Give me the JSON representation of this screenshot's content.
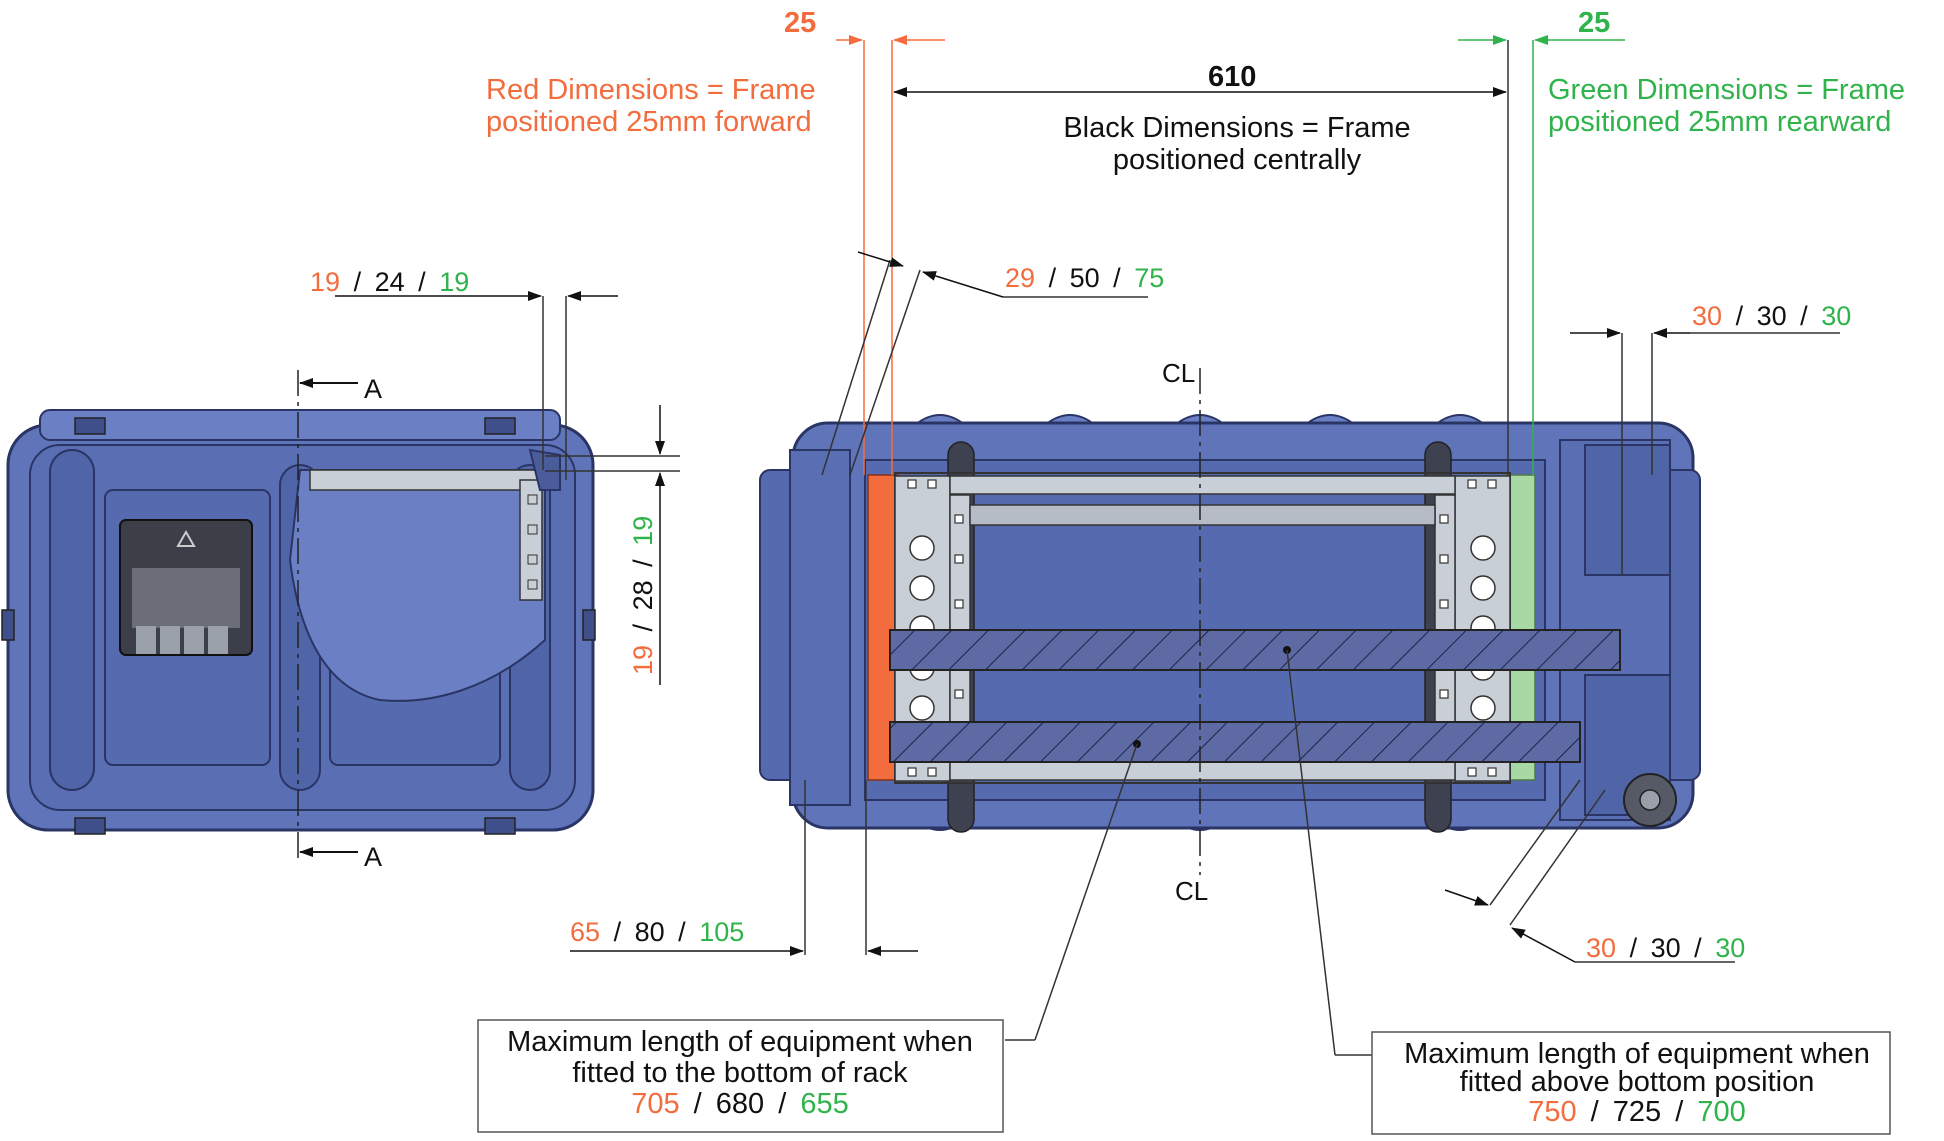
{
  "colors": {
    "red": "#f36c3d",
    "green": "#2fb34a",
    "black": "#111111",
    "case_fill": "#5f74b9",
    "case_dark": "#4a5c9a",
    "case_stroke": "#2a3566",
    "frame_fill": "#c9cfd6",
    "hatch_fill": "#5d6aa3"
  },
  "top_offsets": {
    "red": "25",
    "green": "25"
  },
  "width_610": "610",
  "legend": {
    "red_line1": "Red Dimensions = Frame",
    "red_line2": "positioned 25mm forward",
    "black_line1": "Black Dimensions = Frame",
    "black_line2": "positioned centrally",
    "green_line1": "Green Dimensions = Frame",
    "green_line2": "positioned 25mm rearward"
  },
  "dims": {
    "d19": {
      "red": "19",
      "black": "24",
      "green": "19"
    },
    "d29": {
      "red": "29",
      "black": "50",
      "green": "75"
    },
    "d30top": {
      "red": "30",
      "black": "30",
      "green": "30"
    },
    "d30bot": {
      "red": "30",
      "black": "30",
      "green": "30"
    },
    "d65": {
      "red": "65",
      "black": "80",
      "green": "105"
    },
    "vertical": {
      "red": "19",
      "black": "28",
      "green": "19"
    },
    "sep": "/"
  },
  "section": {
    "label_top": "A",
    "label_bottom": "A"
  },
  "centerline": {
    "label_top": "CL",
    "label_bottom": "CL"
  },
  "box_bottom": {
    "line1": "Maximum length of equipment when",
    "line2": "fitted to the bottom of rack",
    "red": "705",
    "black": "680",
    "green": "655"
  },
  "box_above": {
    "line1": "Maximum length of equipment when",
    "line2": "fitted above bottom position",
    "red": "750",
    "black": "725",
    "green": "700"
  }
}
